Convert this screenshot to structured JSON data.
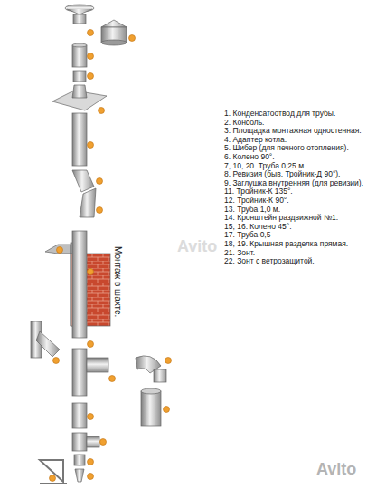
{
  "diagram": {
    "labels": [
      "1. Конденсатоотвод для трубы.",
      "2. Консоль.",
      "3. Площадка монтажная одностенная.",
      "4. Адаптер котла.",
      "5. Шибер (для печного отопления).",
      "6. Колено 90°.",
      "7, 10, 20. Труба 0,25 м.",
      "8. Ревизия (быв. Тройник-Д 90°).",
      "9. Заглушка внутренняя (для ревизии).",
      "11. Тройник-К 135°.",
      "12. Тройник-К 90°.",
      "13. Труба 1,0 м.",
      "14. Кронштейн раздвижной №1.",
      "15, 16. Колено 45°.",
      "17. Труба 0,5",
      "18, 19. Крышная разделка прямая.",
      "21. Зонт.",
      "22. Зонт с ветрозащитой.",
      "Монтаж в шахте.",
      "Avito",
      "Avito"
    ]
  }
}
